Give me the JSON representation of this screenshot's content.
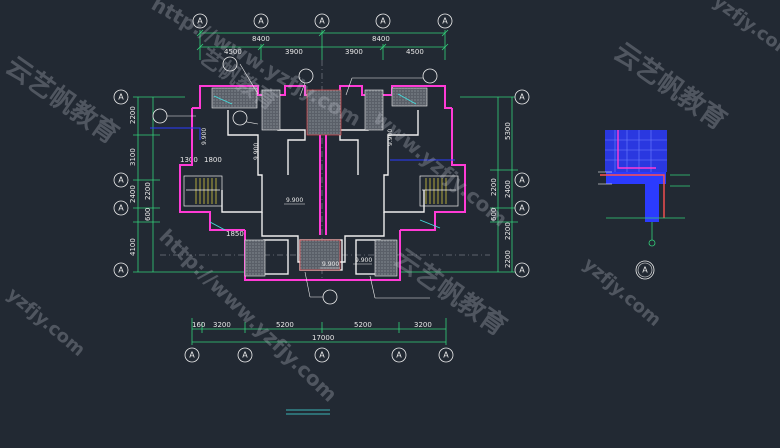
{
  "axis_label": "A",
  "detail_label": "A",
  "top_dims": {
    "overall_left": "8400",
    "overall_right": "8400",
    "segments": [
      "4500",
      "3900",
      "3900",
      "4500"
    ]
  },
  "bottom_dims": {
    "segments": [
      "160",
      "3200",
      "5200",
      "5200",
      "3200"
    ],
    "overall": "17000"
  },
  "left_dims": [
    "2200",
    "3100",
    "2400",
    "600",
    "4100"
  ],
  "left_inner_dims": [
    "1300",
    "1800",
    "2200",
    "1850"
  ],
  "right_dims": [
    "5300",
    "2400",
    "600",
    "2200",
    "2200"
  ],
  "right_inner_dims": [
    "2200"
  ],
  "levels": {
    "l1": "9.900",
    "l2": "9.900",
    "l3": "9.900",
    "l4": "9.900",
    "l5": "9.900",
    "l6": "9.900"
  },
  "watermarks": {
    "url_a": "http://www.yzfjy.com",
    "url_b": "http://www.yzfjy.com",
    "url_c": "www.yzfjy.com",
    "url_d": "yzfjy.com",
    "url_e": "yzfjy.com",
    "url_f": "yzfjy.com",
    "brand_a": "云艺帆教育",
    "brand_b": "云艺帆教育",
    "brand_c": "云艺帆教育",
    "brand_d": "艺帆教育"
  },
  "colors": {
    "background": "#222933",
    "dimension": "#33d17a",
    "wall": "#ff3bd6",
    "red": "#ff5050",
    "white": "#eeeeee",
    "blue": "#2b3bff",
    "yellow": "#f0e040",
    "cyan": "#44e0e0"
  }
}
